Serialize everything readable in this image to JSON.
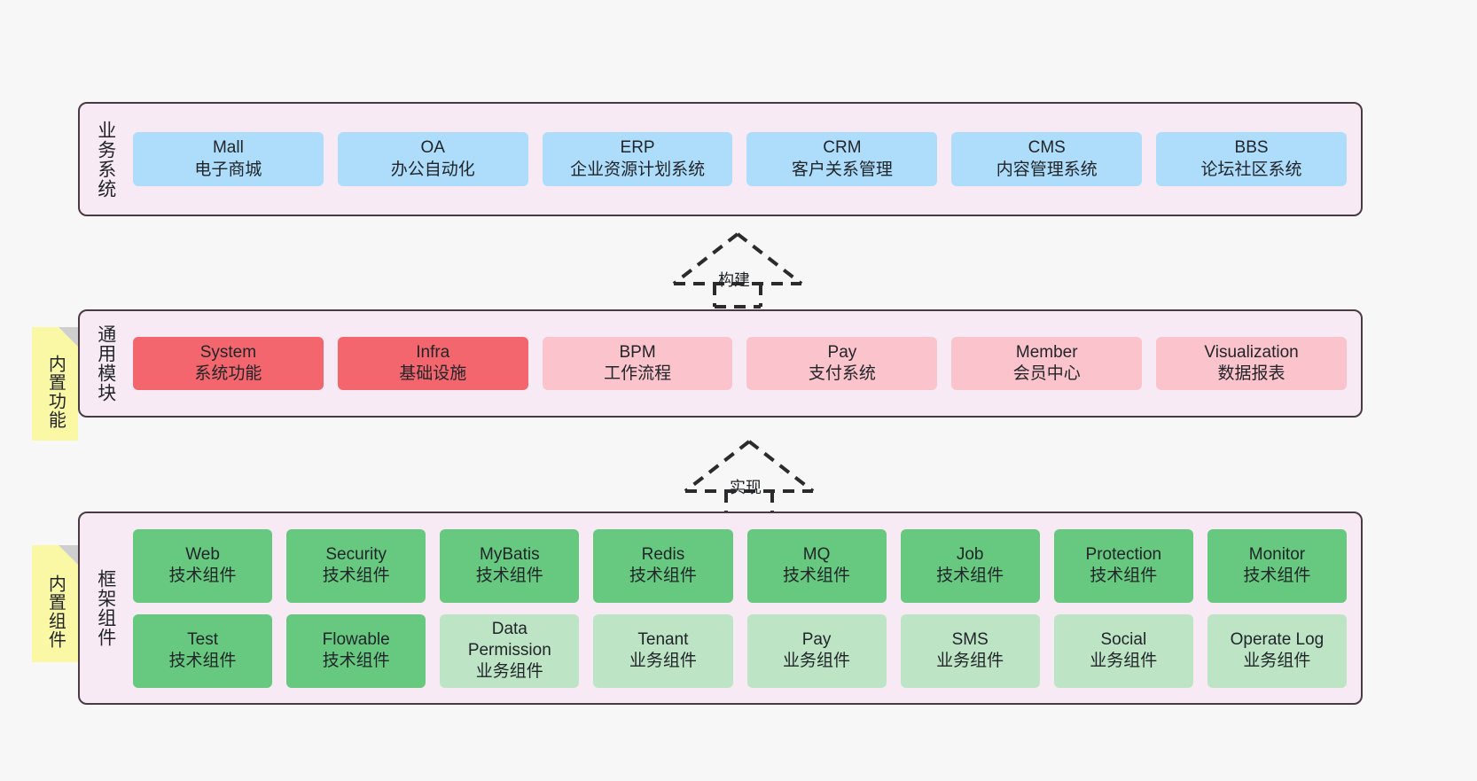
{
  "diagram": {
    "background_color": "#f7f7f7",
    "layer_background": "#f8eaf4",
    "layer_border": "#4a3b43",
    "note_color": "#fbf8a5",
    "fold_color": "#cfcfcf"
  },
  "layers": [
    {
      "title": "业务系统",
      "note": null,
      "rows": [
        [
          {
            "name": "Mall",
            "desc": "电子商城",
            "color": "#aeddfb"
          },
          {
            "name": "OA",
            "desc": "办公自动化",
            "color": "#aeddfb"
          },
          {
            "name": "ERP",
            "desc": "企业资源计划系统",
            "color": "#aeddfb"
          },
          {
            "name": "CRM",
            "desc": "客户关系管理",
            "color": "#aeddfb"
          },
          {
            "name": "CMS",
            "desc": "内容管理系统",
            "color": "#aeddfb"
          },
          {
            "name": "BBS",
            "desc": "论坛社区系统",
            "color": "#aeddfb"
          }
        ]
      ]
    },
    {
      "title": "通用模块",
      "note": "内置功能",
      "rows": [
        [
          {
            "name": "System",
            "desc": "系统功能",
            "color": "#f4666e"
          },
          {
            "name": "Infra",
            "desc": "基础设施",
            "color": "#f4666e"
          },
          {
            "name": "BPM",
            "desc": "工作流程",
            "color": "#fbc4cc"
          },
          {
            "name": "Pay",
            "desc": "支付系统",
            "color": "#fbc4cc"
          },
          {
            "name": "Member",
            "desc": "会员中心",
            "color": "#fbc4cc"
          },
          {
            "name": "Visualization",
            "desc": "数据报表",
            "color": "#fbc4cc"
          }
        ]
      ]
    },
    {
      "title": "框架组件",
      "note": "内置组件",
      "rows": [
        [
          {
            "name": "Web",
            "desc": "技术组件",
            "color": "#66c97f"
          },
          {
            "name": "Security",
            "desc": "技术组件",
            "color": "#66c97f"
          },
          {
            "name": "MyBatis",
            "desc": "技术组件",
            "color": "#66c97f"
          },
          {
            "name": "Redis",
            "desc": "技术组件",
            "color": "#66c97f"
          },
          {
            "name": "MQ",
            "desc": "技术组件",
            "color": "#66c97f"
          },
          {
            "name": "Job",
            "desc": "技术组件",
            "color": "#66c97f"
          },
          {
            "name": "Protection",
            "desc": "技术组件",
            "color": "#66c97f"
          },
          {
            "name": "Monitor",
            "desc": "技术组件",
            "color": "#66c97f"
          }
        ],
        [
          {
            "name": "Test",
            "desc": "技术组件",
            "color": "#66c97f"
          },
          {
            "name": "Flowable",
            "desc": "技术组件",
            "color": "#66c97f"
          },
          {
            "name": "Data Permission",
            "desc": "业务组件",
            "color": "#bde5c5"
          },
          {
            "name": "Tenant",
            "desc": "业务组件",
            "color": "#bde5c5"
          },
          {
            "name": "Pay",
            "desc": "业务组件",
            "color": "#bde5c5"
          },
          {
            "name": "SMS",
            "desc": "业务组件",
            "color": "#bde5c5"
          },
          {
            "name": "Social",
            "desc": "业务组件",
            "color": "#bde5c5"
          },
          {
            "name": "Operate Log",
            "desc": "业务组件",
            "color": "#bde5c5"
          }
        ]
      ]
    }
  ],
  "connectors": [
    {
      "label": "构建",
      "from": "通用模块",
      "to": "业务系统"
    },
    {
      "label": "实现",
      "from": "框架组件",
      "to": "通用模块"
    }
  ]
}
